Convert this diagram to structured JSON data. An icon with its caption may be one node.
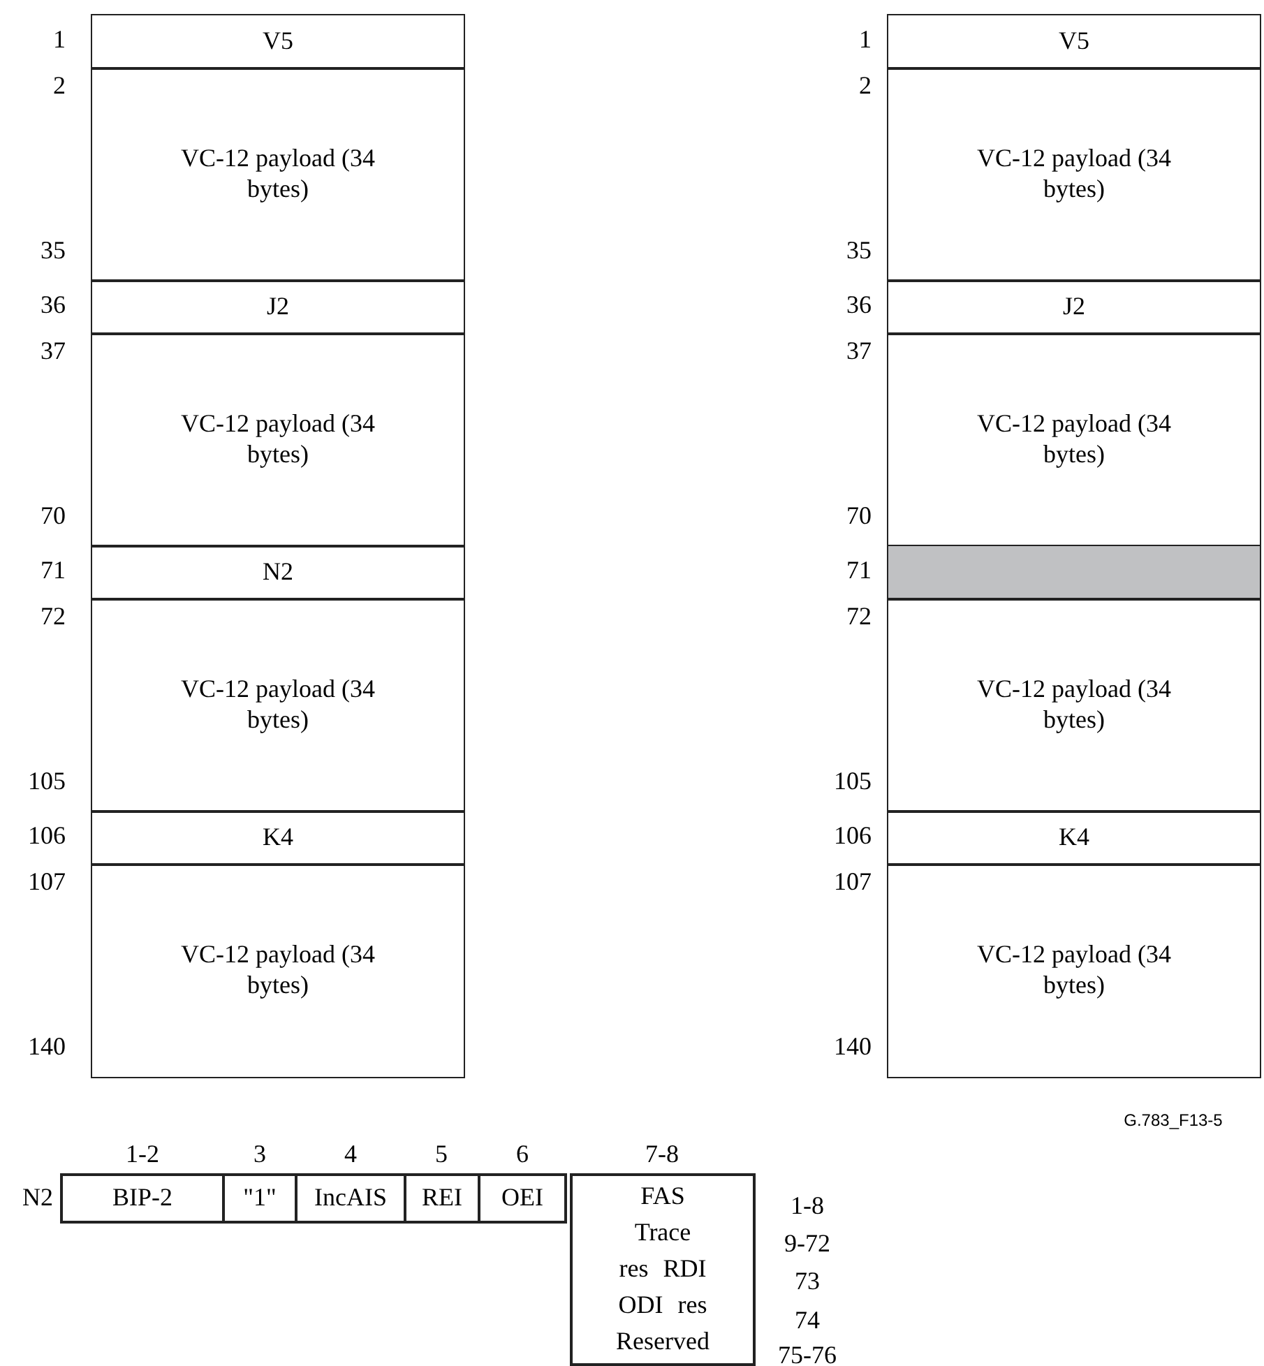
{
  "diagram": {
    "nodes": [
      {
        "text": [
          "V5"
        ]
      },
      {
        "text": [
          "VC-12 payload (34 bytes)"
        ]
      },
      {
        "text": [
          "J2"
        ]
      },
      {
        "text": [
          "VC-12 payload (34 bytes)"
        ]
      },
      {
        "text": [
          "N2"
        ]
      },
      {
        "text": [
          "VC-12 payload (34 bytes)"
        ]
      },
      {
        "text": [
          "K4"
        ]
      },
      {
        "text": [
          "VC-12 payload (34 bytes)"
        ]
      },
      {
        "text": [
          "V5"
        ]
      },
      {
        "text": [
          "VC-12 payload (34 bytes)"
        ]
      },
      {
        "text": [
          "J2"
        ]
      },
      {
        "text": [
          "VC-12 payload (34 bytes)"
        ]
      },
      {
        "text": [],
        "shape": "bar"
      },
      {
        "text": [
          "VC-12 payload (34 bytes)"
        ]
      },
      {
        "text": [
          "K4"
        ]
      },
      {
        "text": [
          "VC-12 payload (34 bytes)"
        ]
      },
      {
        "text": [
          "BIP-2"
        ]
      },
      {
        "text": [
          "\"1\""
        ]
      },
      {
        "text": [
          "IncAIS"
        ]
      },
      {
        "text": [
          "REI"
        ]
      },
      {
        "text": [
          "OEI"
        ]
      },
      {
        "text": [
          "FAS",
          "Trace",
          "res RDI",
          "ODI res",
          "Reserved"
        ]
      }
    ],
    "labels": [
      "1",
      "2",
      "35",
      "36",
      "37",
      "70",
      "71",
      "72",
      "105",
      "106",
      "107",
      "140",
      "1",
      "2",
      "35",
      "36",
      "37",
      "70",
      "71",
      "72",
      "105",
      "106",
      "107",
      "140",
      "G.783_F13-5",
      "1-2",
      "3",
      "4",
      "5",
      "6",
      "7-8",
      "N2",
      "1-8",
      "9-72",
      "73",
      "74",
      "75-76"
    ]
  }
}
